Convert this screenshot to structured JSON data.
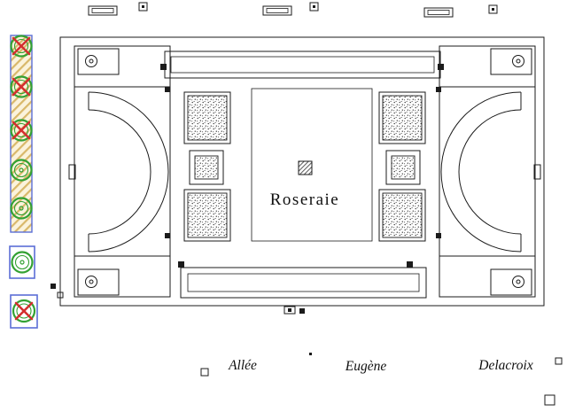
{
  "plan": {
    "center_label": "Roseraie"
  },
  "street_labels": {
    "allee": "Allée",
    "eugene": "Eugène",
    "delacroix": "Delacroix"
  },
  "legend": {
    "items": [
      {
        "id": "tree-crossed-1",
        "type": "tree-to-remove-icon"
      },
      {
        "id": "tree-crossed-2",
        "type": "tree-to-remove-icon"
      },
      {
        "id": "tree-crossed-3",
        "type": "tree-to-remove-icon"
      },
      {
        "id": "tree-4",
        "type": "tree-existing-icon"
      },
      {
        "id": "tree-5",
        "type": "tree-existing-icon"
      },
      {
        "id": "tree-framed",
        "type": "tree-in-planter-icon"
      },
      {
        "id": "tree-framed-crossed",
        "type": "tree-in-planter-to-remove-icon"
      }
    ]
  },
  "symbols": {
    "benches": 3,
    "lamps": 3,
    "stippled_flower_beds": 6,
    "hemicycles": 2,
    "corner_planters": 4
  },
  "colors": {
    "line": "#1b1b1b",
    "tree_green": "#33a133",
    "cross_red": "#d42f2f",
    "frame_blue": "#5b6ed6",
    "hatch_fill": "#fbf3dc",
    "hatch_line": "#d9b86a",
    "background": "#ffffff"
  }
}
